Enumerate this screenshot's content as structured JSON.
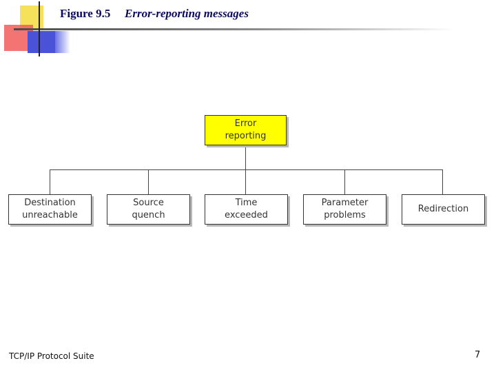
{
  "header": {
    "figure_label": "Figure 9.5",
    "figure_title": "Error-reporting messages"
  },
  "diagram": {
    "root": "Error\nreporting",
    "children": [
      "Destination\nunreachable",
      "Source\nquench",
      "Time\nexceeded",
      "Parameter\nproblems",
      "Redirection"
    ]
  },
  "footer": {
    "left": "TCP/IP Protocol Suite",
    "page_number": "7"
  },
  "colors": {
    "root_fill": "#ffff00",
    "title_text": "#0b0b5c"
  }
}
